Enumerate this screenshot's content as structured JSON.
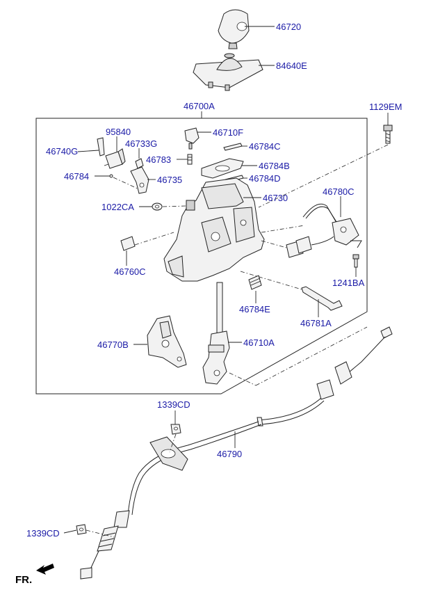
{
  "labels": {
    "p46720": "46720",
    "p84640E": "84640E",
    "p46700A": "46700A",
    "p1129EM": "1129EM",
    "p95840": "95840",
    "p46710F": "46710F",
    "p46740G": "46740G",
    "p46733G": "46733G",
    "p46784C": "46784C",
    "p46783": "46783",
    "p46784B": "46784B",
    "p46784_left": "46784",
    "p46735": "46735",
    "p46784D": "46784D",
    "p46780C": "46780C",
    "p46730": "46730",
    "p1022CA": "1022CA",
    "p46760C": "46760C",
    "p1241BA": "1241BA",
    "p46784E": "46784E",
    "p46781A": "46781A",
    "p46770B": "46770B",
    "p46710A": "46710A",
    "p1339CD_top": "1339CD",
    "p46790": "46790",
    "p1339CD_bottom": "1339CD",
    "front": "FR."
  },
  "colors": {
    "label_text": "#1a1aa6",
    "line": "#222222",
    "part_fill": "#f2f2f2"
  },
  "icons": {
    "front_direction": "arrow-down-left-icon"
  }
}
